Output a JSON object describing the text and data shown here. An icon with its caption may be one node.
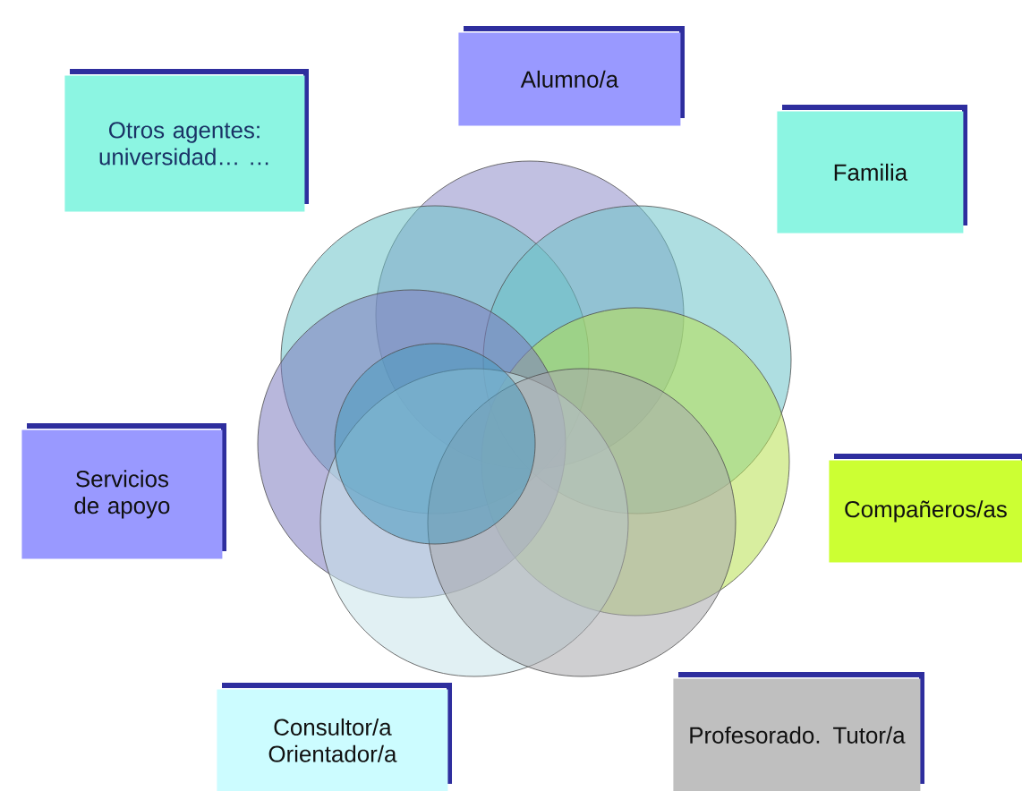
{
  "diagram": {
    "nodes": [
      {
        "text": [
          "Otros agentes: universidad… …"
        ]
      },
      {
        "text": [
          "Alumno/a"
        ]
      },
      {
        "text": [
          "Familia"
        ]
      },
      {
        "text": [
          "Servicios de apoyo"
        ]
      },
      {
        "text": [
          "Compañeros/as"
        ]
      },
      {
        "text": [
          "Consultor/a Orientador/a"
        ]
      },
      {
        "text": [
          "Profesorado. Tutor/a"
        ]
      }
    ]
  }
}
